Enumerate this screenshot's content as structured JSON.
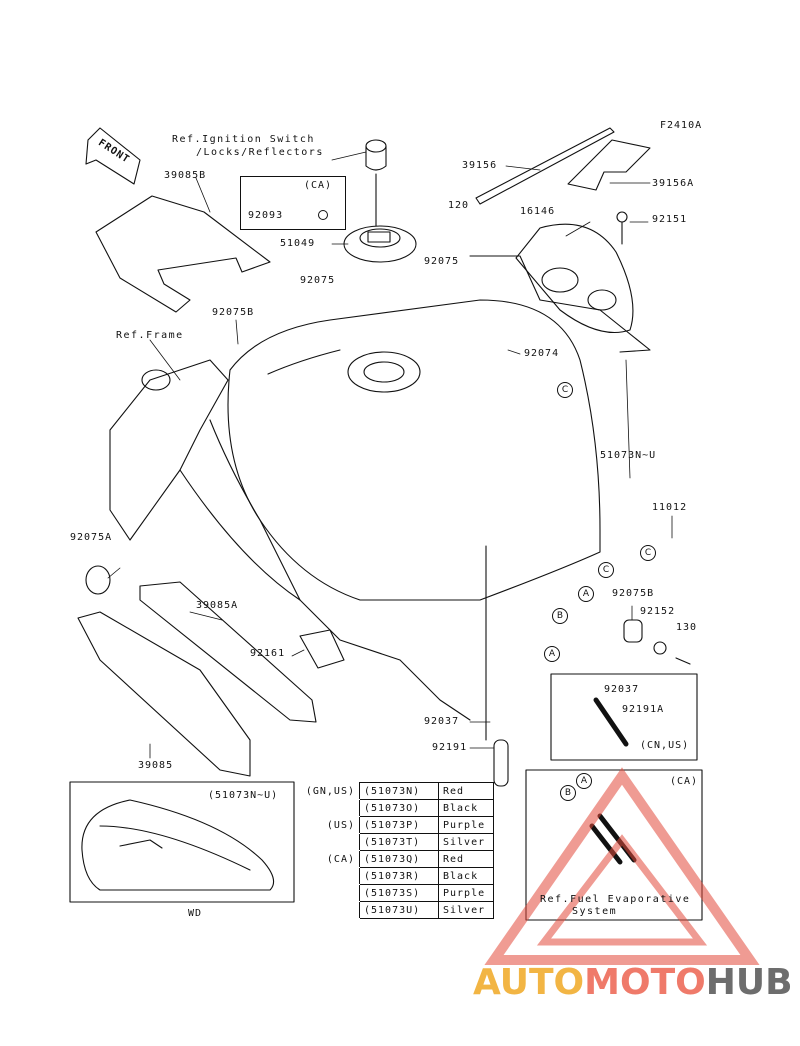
{
  "figure_code": "F2410A",
  "front_label": "FRONT",
  "callouts": {
    "ref_ignition": "Ref.Ignition Switch",
    "ref_locks": "/Locks/Reflectors",
    "p39085B": "39085B",
    "p39156": "39156",
    "p39156A": "39156A",
    "p120": "120",
    "p16146": "16146",
    "p92151": "92151",
    "ca_box_label": "(CA)",
    "p92093": "92093",
    "p51049": "51049",
    "p92075_a": "92075",
    "p92075_b": "92075",
    "p92075B_top": "92075B",
    "ref_frame": "Ref.Frame",
    "p92074": "92074",
    "p51073NU": "51073N~U",
    "p11012": "11012",
    "p92075A": "92075A",
    "p39085A": "39085A",
    "p92075B_right": "92075B",
    "p92152": "92152",
    "p130": "130",
    "p92161": "92161",
    "p92037_main": "92037",
    "p92191_main": "92191",
    "p39085": "39085",
    "p92037_inset": "92037",
    "p92191A_inset": "92191A",
    "cn_us": "(CN,US)",
    "ca_inset": "(CA)",
    "ref_fuel1": "Ref.Fuel Evaporative",
    "ref_fuel2": "System",
    "wd_note": "(51073N~U)",
    "wd": "WD"
  },
  "circle_letters": {
    "c1": "C",
    "c2": "C",
    "c3": "C",
    "a1": "A",
    "b1": "B",
    "a2": "A",
    "a3": "A",
    "b2": "B"
  },
  "color_table": {
    "rows": [
      {
        "market": "(GN,US)",
        "part": "(51073N)",
        "color": "Red"
      },
      {
        "market": "",
        "part": "(51073O)",
        "color": "Black"
      },
      {
        "market": "(US)",
        "part": "(51073P)",
        "color": "Purple"
      },
      {
        "market": "",
        "part": "(51073T)",
        "color": "Silver"
      },
      {
        "market": "(CA)",
        "part": "(51073Q)",
        "color": "Red"
      },
      {
        "market": "",
        "part": "(51073R)",
        "color": "Black"
      },
      {
        "market": "",
        "part": "(51073S)",
        "color": "Purple"
      },
      {
        "market": "",
        "part": "(51073U)",
        "color": "Silver"
      }
    ]
  },
  "watermark": {
    "part1": "AUTO",
    "part2": "MOTO",
    "part3": "HUB"
  },
  "colors": {
    "watermark_yellow": "#f2b544",
    "watermark_red": "#ef7a6a",
    "watermark_gray": "#6d6d6d",
    "line": "#111111"
  }
}
